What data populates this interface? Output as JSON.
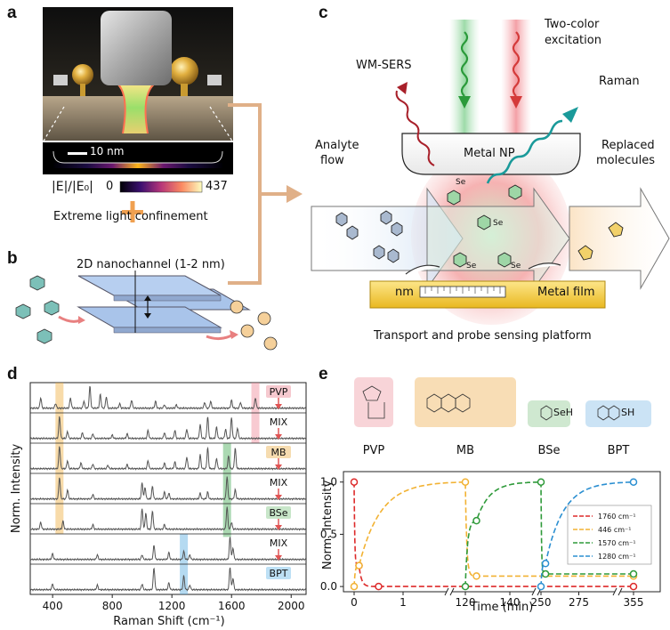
{
  "panels": {
    "a": "a",
    "b": "b",
    "c": "c",
    "d": "d",
    "e": "e"
  },
  "panel_a": {
    "scalebar": "10 nm",
    "field_label": "|E|/|E₀|",
    "cbar_min": "0",
    "cbar_max": "437",
    "caption": "Extreme light confinement"
  },
  "panel_b": {
    "label": "2D nanochannel (1-2 nm)"
  },
  "panel_c": {
    "two_color": "Two-color",
    "excitation": "excitation",
    "wm_sers": "WM-SERS",
    "raman": "Raman",
    "metal_np": "Metal NP",
    "analyte": "Analyte",
    "flow": "flow",
    "replaced": "Replaced",
    "molecules": "molecules",
    "se": "Se",
    "nm": "nm",
    "metal_film": "Metal film",
    "caption": "Transport and probe sensing platform"
  },
  "chart_data": [
    {
      "type": "line",
      "panel": "d",
      "xlabel": "Raman Shift (cm⁻¹)",
      "ylabel": "Norm. Intensity",
      "xlim": [
        250,
        2100
      ],
      "xticks": [
        400,
        800,
        1200,
        1600,
        2000
      ],
      "highlight_bands": [
        {
          "center": 446,
          "color": "#f0b040"
        },
        {
          "center": 1280,
          "color": "#5aaee0"
        },
        {
          "center": 1570,
          "color": "#44aa55"
        },
        {
          "center": 1760,
          "color": "#f08a9a"
        }
      ],
      "series": [
        {
          "name": "PVP",
          "tag_color": "#f6c9cf",
          "peaks": [
            [
              320,
              0.45
            ],
            [
              420,
              0.2
            ],
            [
              520,
              0.45
            ],
            [
              610,
              0.3
            ],
            [
              650,
              0.95
            ],
            [
              720,
              0.6
            ],
            [
              760,
              0.5
            ],
            [
              850,
              0.2
            ],
            [
              930,
              0.35
            ],
            [
              1090,
              0.3
            ],
            [
              1150,
              0.15
            ],
            [
              1230,
              0.15
            ],
            [
              1420,
              0.25
            ],
            [
              1460,
              0.3
            ],
            [
              1600,
              0.35
            ],
            [
              1660,
              0.25
            ],
            [
              1760,
              0.45
            ]
          ]
        },
        {
          "name": "MIX",
          "tag_color": null,
          "peaks": [
            [
              446,
              0.95
            ],
            [
              500,
              0.3
            ],
            [
              600,
              0.25
            ],
            [
              670,
              0.2
            ],
            [
              800,
              0.15
            ],
            [
              900,
              0.2
            ],
            [
              1040,
              0.35
            ],
            [
              1150,
              0.25
            ],
            [
              1220,
              0.35
            ],
            [
              1300,
              0.4
            ],
            [
              1390,
              0.6
            ],
            [
              1440,
              0.95
            ],
            [
              1500,
              0.5
            ],
            [
              1560,
              0.4
            ],
            [
              1600,
              0.9
            ],
            [
              1640,
              0.45
            ]
          ]
        },
        {
          "name": "MB",
          "tag_color": "#f6dcb0",
          "peaks": [
            [
              446,
              0.98
            ],
            [
              500,
              0.35
            ],
            [
              590,
              0.25
            ],
            [
              670,
              0.2
            ],
            [
              770,
              0.15
            ],
            [
              900,
              0.18
            ],
            [
              1040,
              0.35
            ],
            [
              1150,
              0.25
            ],
            [
              1220,
              0.3
            ],
            [
              1300,
              0.5
            ],
            [
              1390,
              0.6
            ],
            [
              1440,
              0.9
            ],
            [
              1500,
              0.45
            ],
            [
              1580,
              0.55
            ],
            [
              1625,
              0.9
            ]
          ]
        },
        {
          "name": "MIX",
          "tag_color": null,
          "peaks": [
            [
              446,
              0.95
            ],
            [
              500,
              0.4
            ],
            [
              670,
              0.2
            ],
            [
              1000,
              0.7
            ],
            [
              1020,
              0.5
            ],
            [
              1070,
              0.55
            ],
            [
              1150,
              0.3
            ],
            [
              1180,
              0.25
            ],
            [
              1390,
              0.25
            ],
            [
              1440,
              0.3
            ],
            [
              1570,
              0.98
            ],
            [
              1625,
              0.4
            ]
          ]
        },
        {
          "name": "BSe",
          "tag_color": "#c8e6c9",
          "peaks": [
            [
              320,
              0.3
            ],
            [
              470,
              0.35
            ],
            [
              670,
              0.2
            ],
            [
              1000,
              0.9
            ],
            [
              1025,
              0.7
            ],
            [
              1070,
              0.8
            ],
            [
              1150,
              0.2
            ],
            [
              1570,
              0.98
            ],
            [
              1600,
              0.3
            ]
          ]
        },
        {
          "name": "MIX",
          "tag_color": null,
          "peaks": [
            [
              400,
              0.25
            ],
            [
              700,
              0.2
            ],
            [
              1000,
              0.2
            ],
            [
              1080,
              0.6
            ],
            [
              1180,
              0.3
            ],
            [
              1280,
              0.35
            ],
            [
              1320,
              0.2
            ],
            [
              1590,
              0.98
            ],
            [
              1610,
              0.5
            ]
          ]
        },
        {
          "name": "BPT",
          "tag_color": "#bde0f5",
          "peaks": [
            [
              400,
              0.25
            ],
            [
              700,
              0.2
            ],
            [
              1000,
              0.25
            ],
            [
              1080,
              0.95
            ],
            [
              1180,
              0.3
            ],
            [
              1280,
              0.6
            ],
            [
              1320,
              0.2
            ],
            [
              1590,
              0.98
            ],
            [
              1610,
              0.5
            ]
          ]
        }
      ]
    },
    {
      "type": "line",
      "panel": "e",
      "xlabel": "Time (min)",
      "ylabel": "Norm. Intensity",
      "ylim": [
        -0.05,
        1.1
      ],
      "yticks": [
        0.0,
        0.5,
        1.0
      ],
      "yticklabels": [
        "0.0",
        "0.5",
        "1.0"
      ],
      "xtick_labels": [
        "0",
        "1",
        "120",
        "140",
        "250",
        "275",
        "355"
      ],
      "molecules": [
        "PVP",
        "MB",
        "BSe",
        "BPT"
      ],
      "legend": [
        {
          "label": "1760 cm⁻¹",
          "color": "#dd2a2a"
        },
        {
          "label": "446 cm⁻¹",
          "color": "#f2b233"
        },
        {
          "label": "1570 cm⁻¹",
          "color": "#2f9a3a"
        },
        {
          "label": "1280 cm⁻¹",
          "color": "#2b8fd1"
        }
      ],
      "series": [
        {
          "name": "1760 cm⁻¹",
          "color": "#dd2a2a",
          "points": [
            [
              0,
              1.0
            ],
            [
              0.1,
              0.2
            ],
            [
              0.5,
              0.0
            ]
          ]
        },
        {
          "name": "446 cm⁻¹",
          "color": "#f2b233",
          "points": [
            [
              0,
              0.0
            ],
            [
              0.1,
              0.2
            ],
            [
              120,
              1.0
            ],
            [
              125,
              0.1
            ]
          ]
        },
        {
          "name": "1570 cm⁻¹",
          "color": "#2f9a3a",
          "points": [
            [
              120,
              0.0
            ],
            [
              125,
              0.63
            ],
            [
              250,
              1.0
            ],
            [
              253,
              0.12
            ]
          ]
        },
        {
          "name": "1280 cm⁻¹",
          "color": "#2b8fd1",
          "points": [
            [
              250,
              0.0
            ],
            [
              253,
              0.22
            ],
            [
              355,
              1.0
            ]
          ]
        }
      ]
    }
  ]
}
